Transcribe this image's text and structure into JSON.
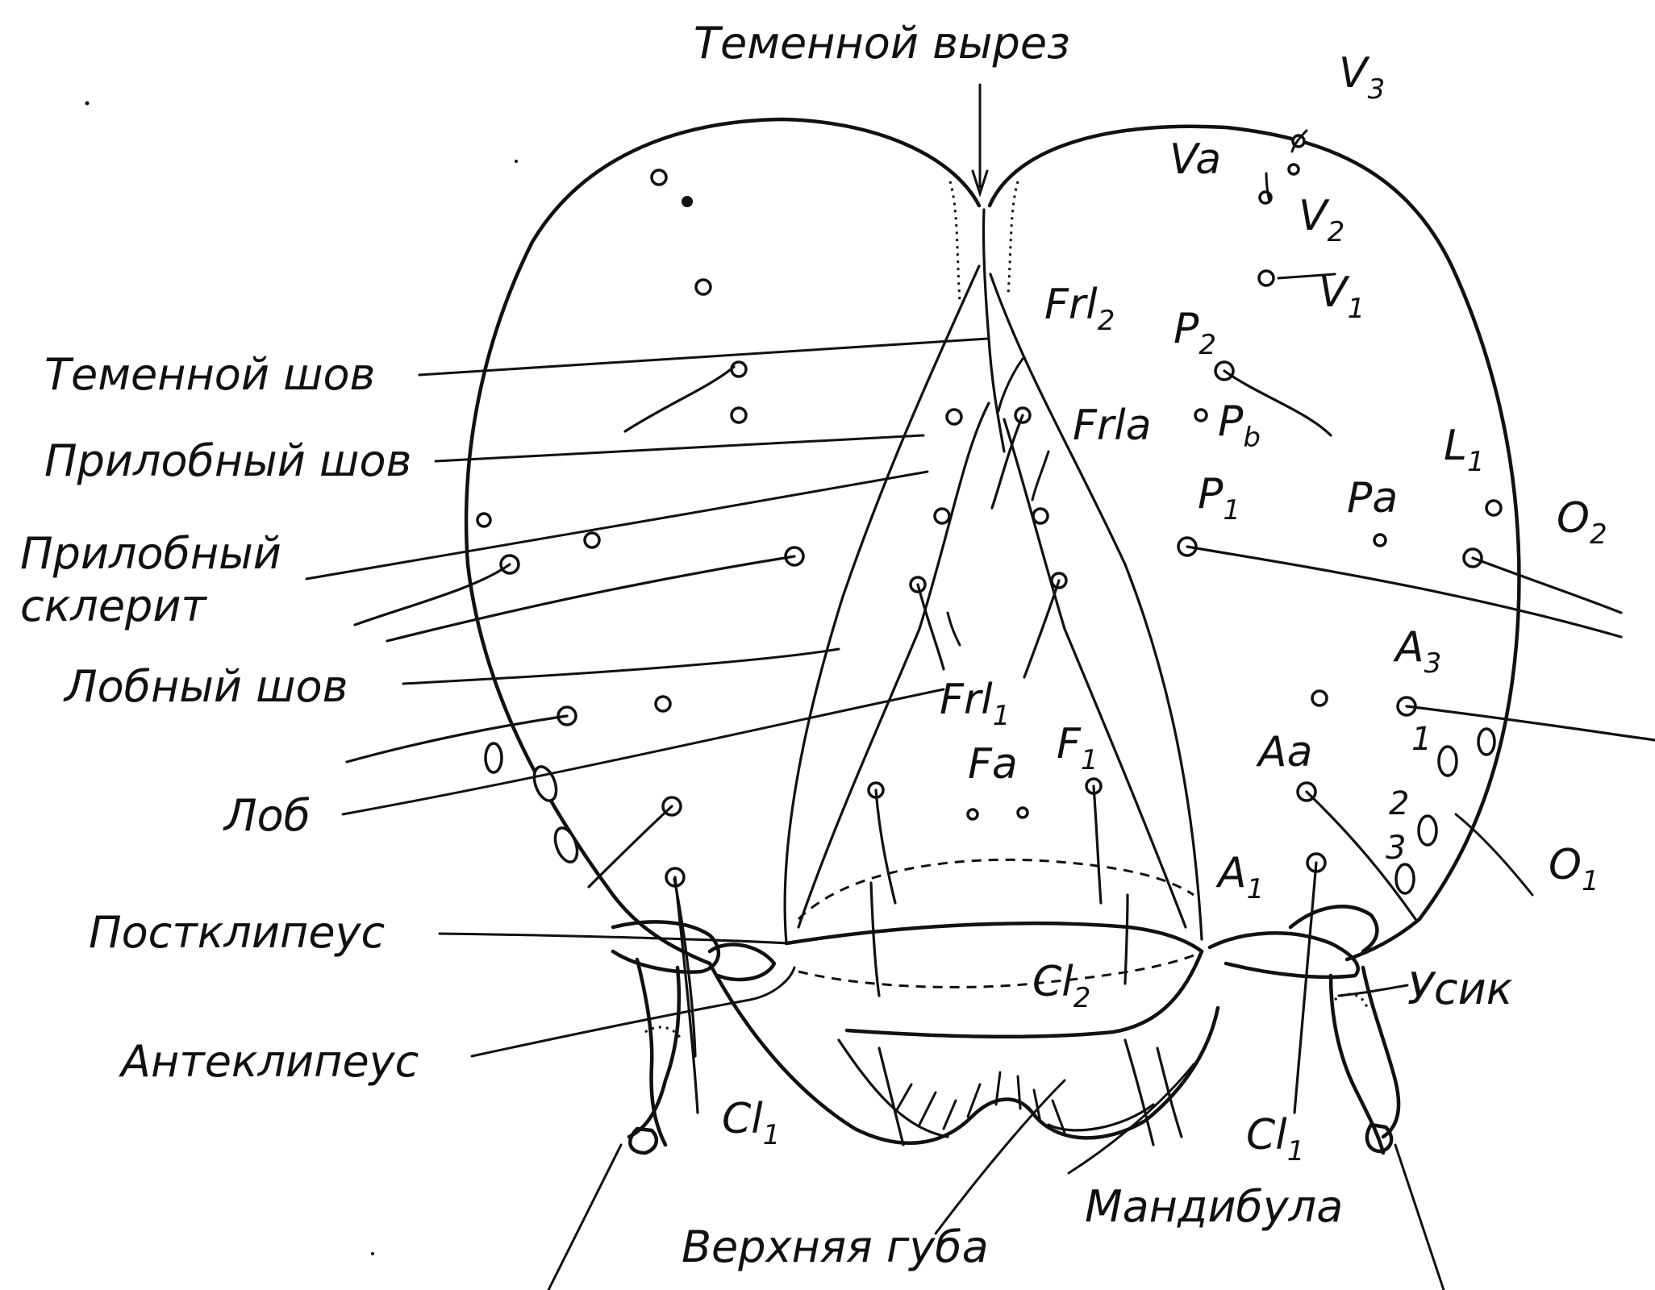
{
  "labels": {
    "vertex_notch": "Теменной вырез",
    "parietal_suture": "Теменной шов",
    "adfrontal_suture": "Прилобный шов",
    "adfrontal_sclerite_line1": "Прилобный",
    "adfrontal_sclerite_line2": "склерит",
    "frontal_suture": "Лобный шов",
    "frons": "Лоб",
    "postclypeus": "Постклипеус",
    "anteclypeus": "Антеклипеус",
    "labrum": "Верхняя губа",
    "mandible": "Мандибула",
    "antenna": "Усик"
  },
  "setae": {
    "V3": {
      "base": "V",
      "sub": "3"
    },
    "Va": {
      "base": "Va",
      "sub": ""
    },
    "V2": {
      "base": "V",
      "sub": "2"
    },
    "V1": {
      "base": "V",
      "sub": "1"
    },
    "Frl2": {
      "base": "Frl",
      "sub": "2"
    },
    "P2": {
      "base": "P",
      "sub": "2"
    },
    "Frla": {
      "base": "Frla",
      "sub": ""
    },
    "Pb": {
      "base": "P",
      "sub": "b"
    },
    "L1": {
      "base": "L",
      "sub": "1"
    },
    "P1": {
      "base": "P",
      "sub": "1"
    },
    "Pa": {
      "base": "Pa",
      "sub": ""
    },
    "O2": {
      "base": "O",
      "sub": "2"
    },
    "A3": {
      "base": "A",
      "sub": "3"
    },
    "Frl1": {
      "base": "Frl",
      "sub": "1"
    },
    "F1": {
      "base": "F",
      "sub": "1"
    },
    "Fa": {
      "base": "Fa",
      "sub": ""
    },
    "Aa": {
      "base": "Aa",
      "sub": ""
    },
    "A1": {
      "base": "A",
      "sub": "1"
    },
    "O1": {
      "base": "O",
      "sub": "1"
    },
    "Cl2": {
      "base": "Cl",
      "sub": "2"
    },
    "Cl1_left": {
      "base": "Cl",
      "sub": "1"
    },
    "Cl1_right": {
      "base": "Cl",
      "sub": "1"
    }
  },
  "stemmata_numbers": [
    "1",
    "2",
    "3"
  ]
}
